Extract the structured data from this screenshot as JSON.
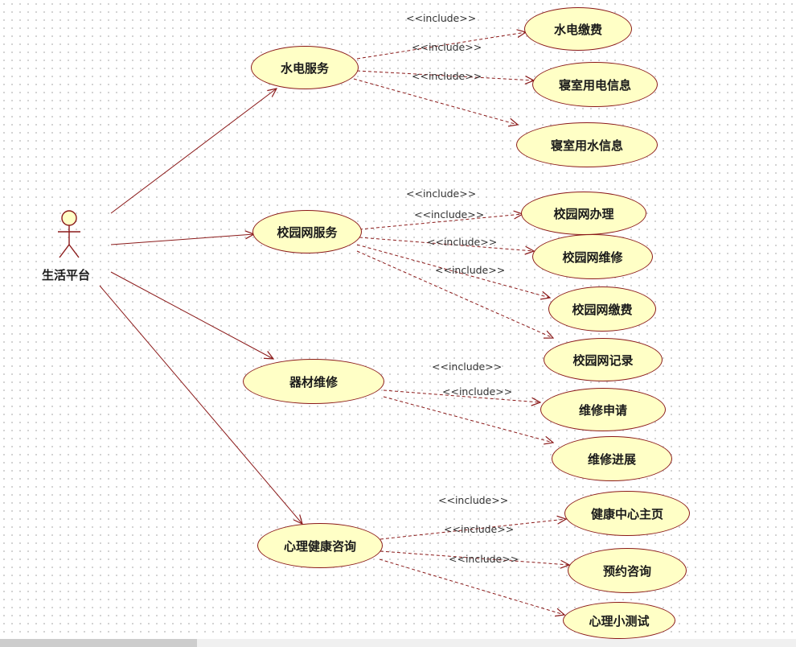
{
  "diagram": {
    "type": "uml-use-case",
    "stereotype": "<<include>>",
    "colors": {
      "line": "#8b1a1a",
      "usecase_fill": "#ffffc6",
      "grid_dot": "#c8c8c8"
    }
  },
  "actor": {
    "name": "生活平台",
    "icon": "stick-figure-icon"
  },
  "groups": [
    {
      "name": "水电服务",
      "includes": [
        "水电缴费",
        "寝室用电信息",
        "寝室用水信息"
      ]
    },
    {
      "name": "校园网服务",
      "includes": [
        "校园网办理",
        "校园网维修",
        "校园网缴费",
        "校园网记录"
      ]
    },
    {
      "name": "器材维修",
      "includes": [
        "维修申请",
        "维修进展"
      ]
    },
    {
      "name": "心理健康咨询",
      "includes": [
        "健康中心主页",
        "预约咨询",
        "心理小测试"
      ]
    }
  ]
}
